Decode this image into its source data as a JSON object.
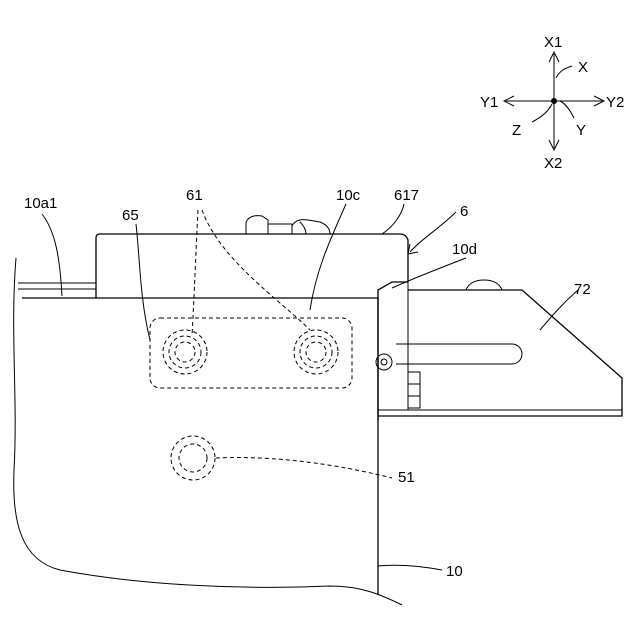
{
  "axes": {
    "x1": "X1",
    "x2": "X2",
    "y1": "Y1",
    "y2": "Y2",
    "x": "X",
    "y": "Y",
    "z": "Z"
  },
  "labels": {
    "l10": "10",
    "l10a1": "10a1",
    "l10c": "10c",
    "l10d": "10d",
    "l6": "6",
    "l51": "51",
    "l61": "61",
    "l65": "65",
    "l617": "617",
    "l72": "72"
  }
}
